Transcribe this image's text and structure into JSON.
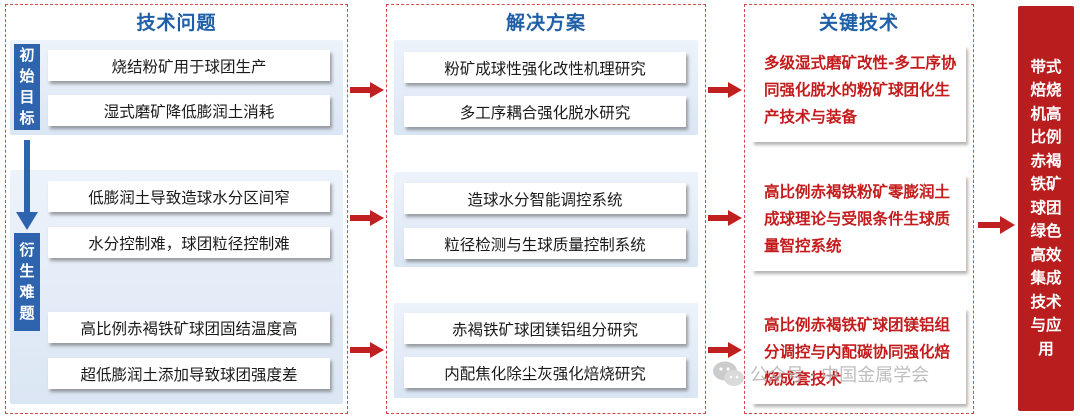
{
  "headers": {
    "problems": "技术问题",
    "solutions": "解决方案",
    "key_tech": "关键技术"
  },
  "tags": {
    "initial_goal": "初始目标",
    "derived_problems": "衍生难题"
  },
  "problems": [
    "烧结粉矿用于球团生产",
    "湿式磨矿降低膨润土消耗",
    "低膨润土导致造球水分区间窄",
    "水分控制难，球团粒径控制难",
    "高比例赤褐铁矿球团固结温度高",
    "超低膨润土添加导致球团强度差"
  ],
  "solutions": [
    "粉矿成球性强化改性机理研究",
    "多工序耦合强化脱水研究",
    "造球水分智能调控系统",
    "粒径检测与生球质量控制系统",
    "赤褐铁矿球团镁铝组分研究",
    "内配焦化除尘灰强化焙烧研究"
  ],
  "key_tech": [
    "多级湿式磨矿改性-多工序协同强化脱水的粉矿球团化生产技术与装备",
    "高比例赤褐铁粉矿零膨润土成球理论与受限条件生球质量智控系统",
    "高比例赤褐铁矿球团镁铝组分调控与内配碳协同强化焙烧成套技术"
  ],
  "outcome": "带式焙烧机高比例赤褐铁矿球团绿色高效集成技术与应用",
  "watermark": "公众号 · 中国金属学会",
  "colors": {
    "title_blue": "#1f5fa8",
    "tag_blue": "#2e64ad",
    "arrow_red": "#c0201f",
    "key_red": "#c41c1c",
    "outcome_red": "#b91d1d",
    "frame_dash": "#d24a4a"
  }
}
